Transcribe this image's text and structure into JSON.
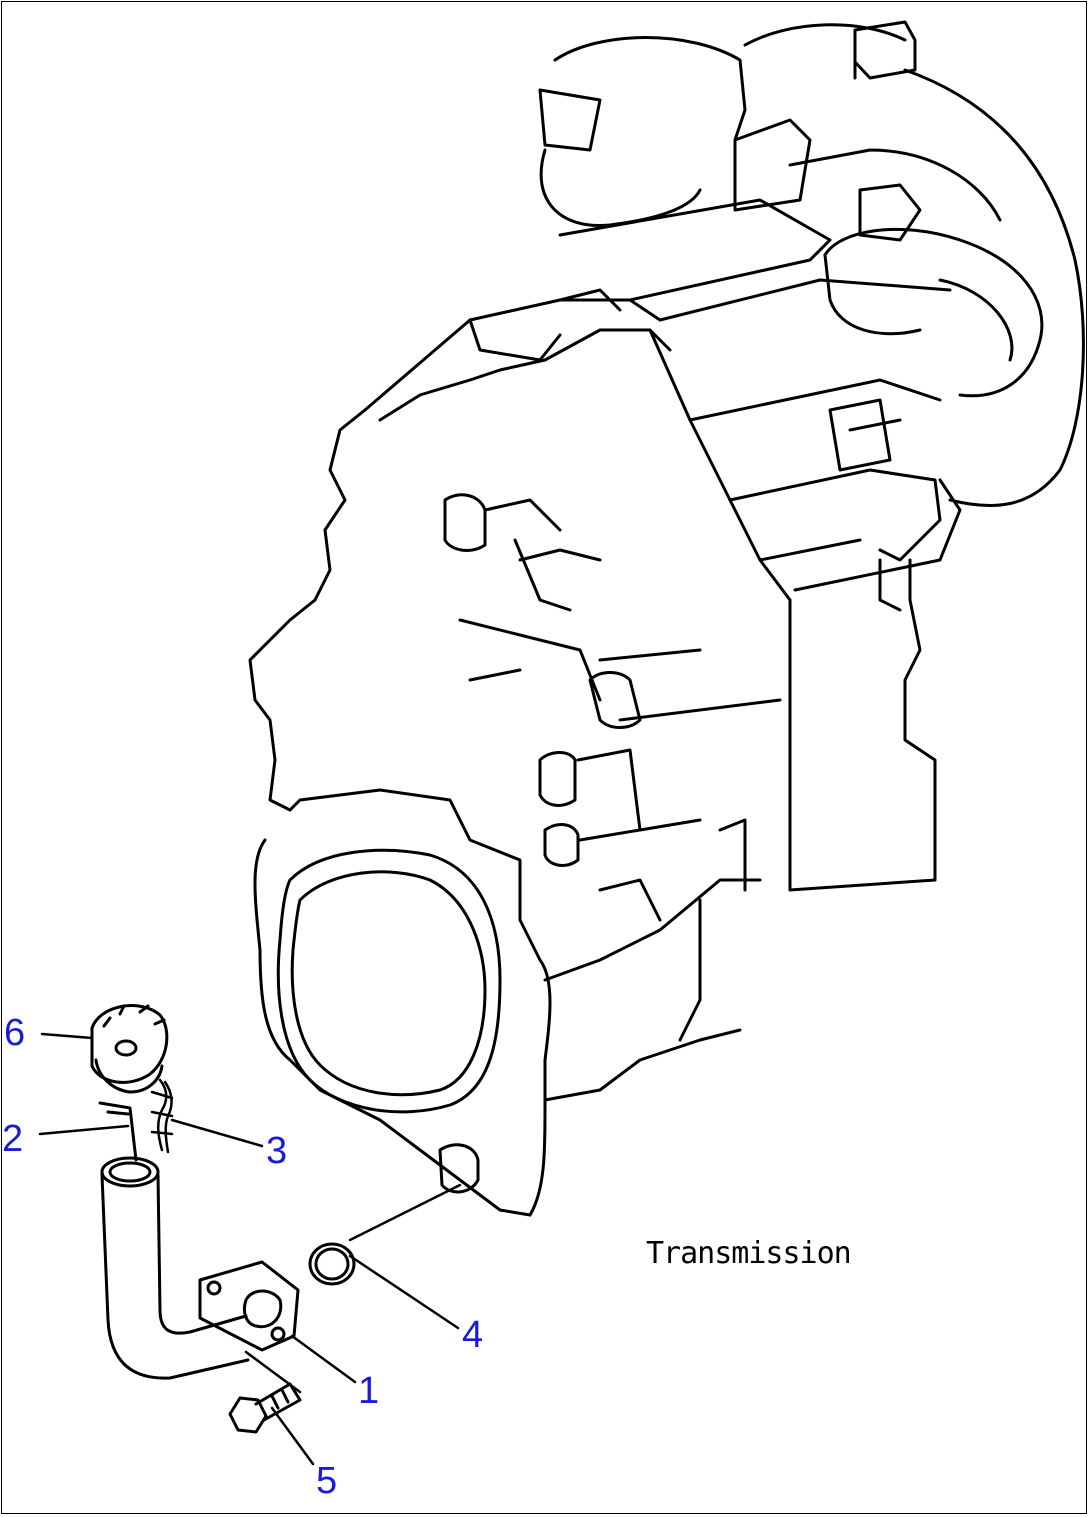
{
  "diagram": {
    "assembly_label": "Transmission",
    "callout_color": "#1a1adc",
    "callouts": [
      {
        "id": "1",
        "label": "1",
        "part": "oil filler pipe"
      },
      {
        "id": "2",
        "label": "2",
        "part": "oil level gauge"
      },
      {
        "id": "3",
        "label": "3",
        "part": "gauge chain"
      },
      {
        "id": "4",
        "label": "4",
        "part": "o-ring"
      },
      {
        "id": "5",
        "label": "5",
        "part": "bolt"
      },
      {
        "id": "6",
        "label": "6",
        "part": "filler cap"
      }
    ]
  }
}
